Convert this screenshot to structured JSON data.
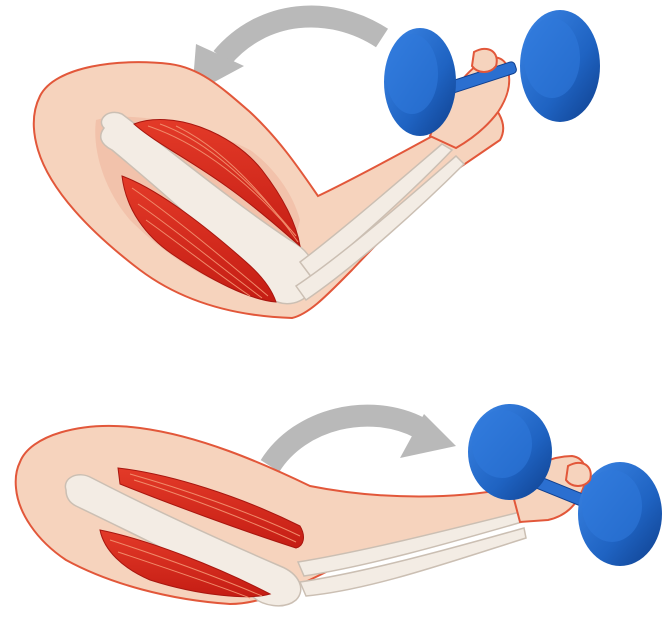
{
  "colors": {
    "background": "#ffffff",
    "skin": "#f6d3bd",
    "skin_outline": "#e2573a",
    "bone": "#f3ece4",
    "bone_outline": "#cbbfb3",
    "muscle": "#d8281d",
    "muscle_striation": "#f08a6a",
    "tendon": "#e4a08a",
    "dumbbell_plate": "#1f63c2",
    "dumbbell_plate_dark": "#103f8e",
    "dumbbell_handle": "#2b6fd0",
    "arrow": "#b9b9b9"
  },
  "panels": [
    {
      "id": "flexion",
      "arrow_direction": "counterclockwise",
      "icons": [
        "arm-flexed-icon",
        "dumbbell-icon",
        "curved-arrow-icon"
      ]
    },
    {
      "id": "extension",
      "arrow_direction": "clockwise",
      "icons": [
        "arm-extended-icon",
        "dumbbell-icon",
        "curved-arrow-icon"
      ]
    }
  ]
}
